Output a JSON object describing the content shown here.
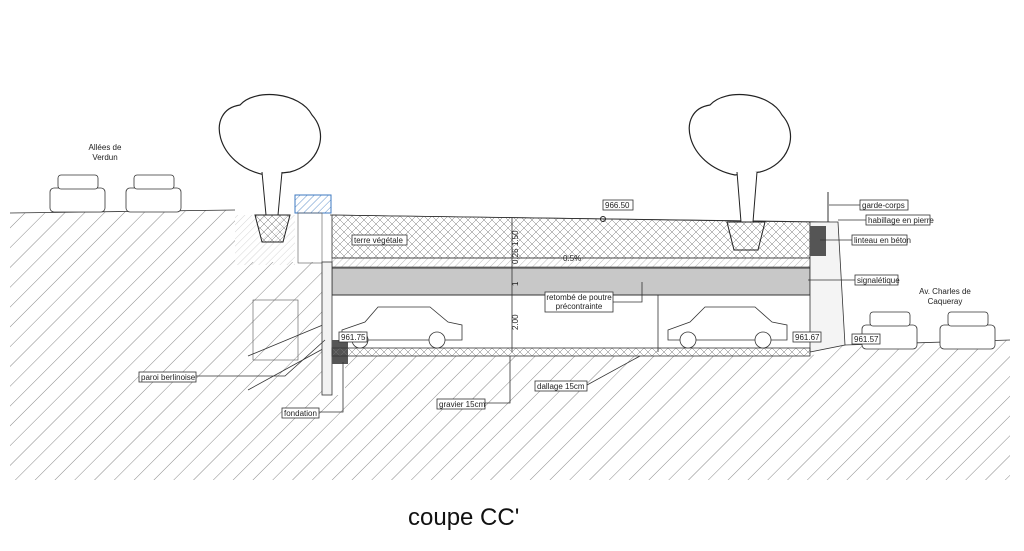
{
  "title": "coupe CC'",
  "streets": {
    "left": [
      "Allées de",
      "Verdun"
    ],
    "right": [
      "Av. Charles de",
      "Caqueray"
    ]
  },
  "levels": {
    "top": "966.50",
    "floor_left": "961.75",
    "floor_right": "961.67",
    "street_right": "961.57"
  },
  "dimensions": {
    "earth": "1.50",
    "membrane": "0.25",
    "beam": "1",
    "clear_height": "2.00"
  },
  "slope": "0.5%",
  "labels": {
    "terre_vegetale": "terre végétale",
    "retombee_1": "retombé de poutre",
    "retombee_2": "précontrainte",
    "paroi": "paroi berlinoise",
    "fondation": "fondation",
    "gravier": "gravier 15cm",
    "dallage": "dallage  15cm",
    "garde_corps": "garde-corps",
    "habillage": "habillage en pierre",
    "linteau": "linteau en béton",
    "signaletique": "signalétique"
  },
  "colors": {
    "slab": "#c8c8c8",
    "wall": "#555555",
    "accent_blue": "#6fa8dc"
  }
}
